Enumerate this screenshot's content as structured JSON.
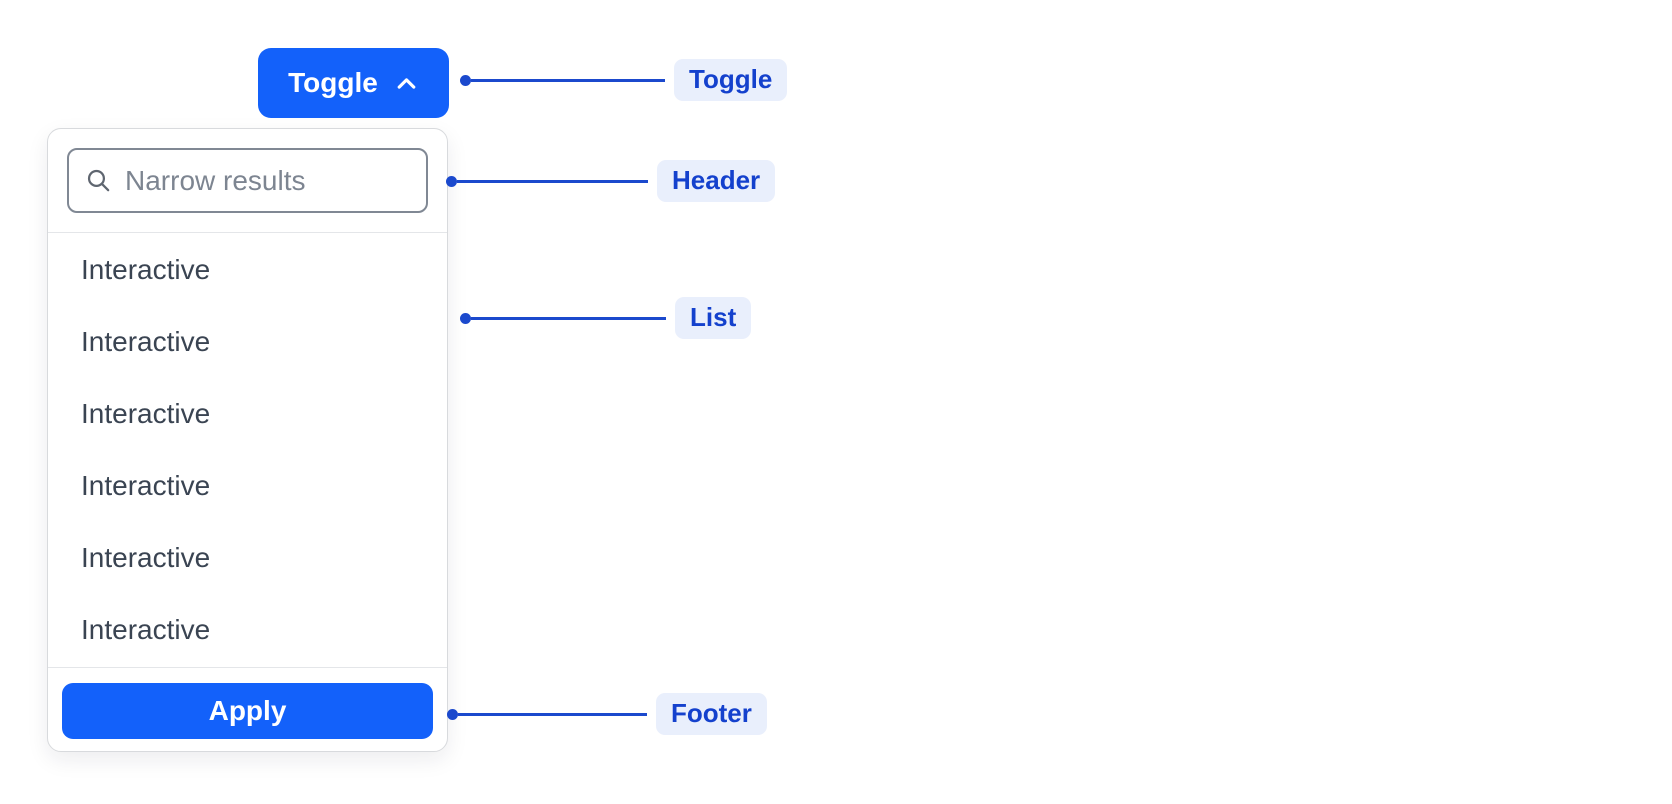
{
  "colors": {
    "primary_blue": "#1361fa",
    "annotation_line_blue": "#1b49cd",
    "annotation_text_blue": "#1441cd",
    "annotation_pill_bg": "#e9effc",
    "list_text": "#3a4452",
    "placeholder_gray": "#7d8591",
    "input_border_gray": "#808894",
    "panel_border_gray": "#d8dadd"
  },
  "toggle_button": {
    "label": "Toggle",
    "icon": "chevron-up-icon"
  },
  "dropdown": {
    "header": {
      "search_icon": "search-icon",
      "search_placeholder": "Narrow results",
      "search_value": ""
    },
    "list": {
      "items": [
        "Interactive",
        "Interactive",
        "Interactive",
        "Interactive",
        "Interactive",
        "Interactive"
      ]
    },
    "footer": {
      "apply_label": "Apply"
    }
  },
  "annotations": {
    "toggle": "Toggle",
    "header": "Header",
    "list": "List",
    "footer": "Footer"
  }
}
